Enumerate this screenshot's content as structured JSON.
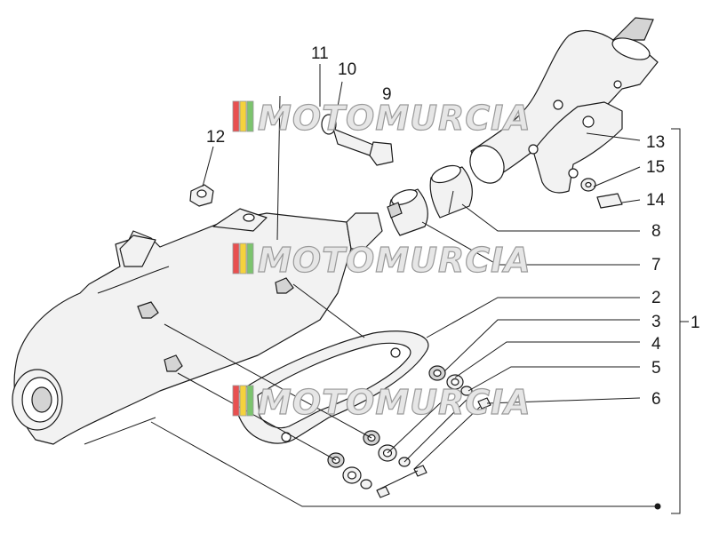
{
  "watermark": {
    "text": "MOTOMURCIA",
    "colors": [
      "#e85050",
      "#f5d23c",
      "#7cc46e"
    ]
  },
  "callouts": {
    "c1": "1",
    "c2": "2",
    "c3": "3",
    "c4": "4",
    "c5": "5",
    "c6": "6",
    "c7": "7",
    "c8": "8",
    "c9": "9",
    "c10": "10",
    "c11": "11",
    "c12": "12",
    "c13": "13",
    "c14": "14",
    "c15": "15"
  }
}
